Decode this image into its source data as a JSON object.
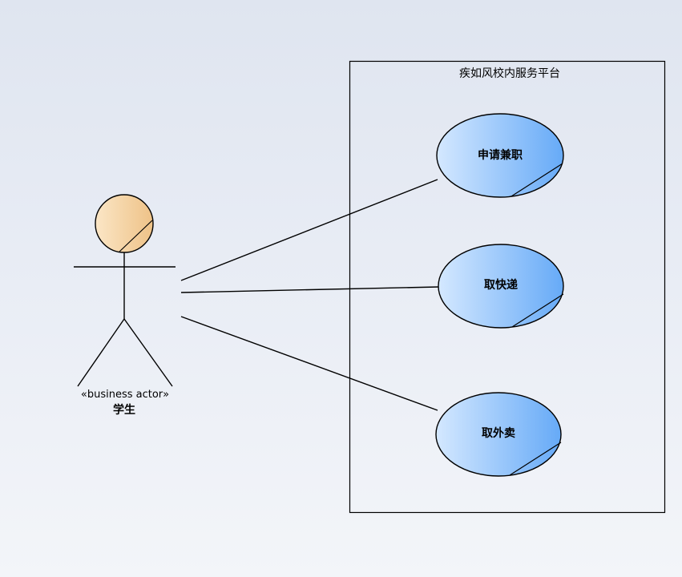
{
  "system": {
    "title": "疾如风校内服务平台"
  },
  "actor": {
    "stereotype": "«business actor»",
    "name": "学生"
  },
  "use_cases": [
    {
      "label": "申请兼职"
    },
    {
      "label": "取快递"
    },
    {
      "label": "取外卖"
    }
  ],
  "colors": {
    "use_case_fill_light": "#d2e6ff",
    "use_case_fill_dark": "#6aadf8",
    "actor_head_fill_light": "#fbe3c0",
    "actor_head_fill_dark": "#efc78c",
    "line": "#000000"
  }
}
